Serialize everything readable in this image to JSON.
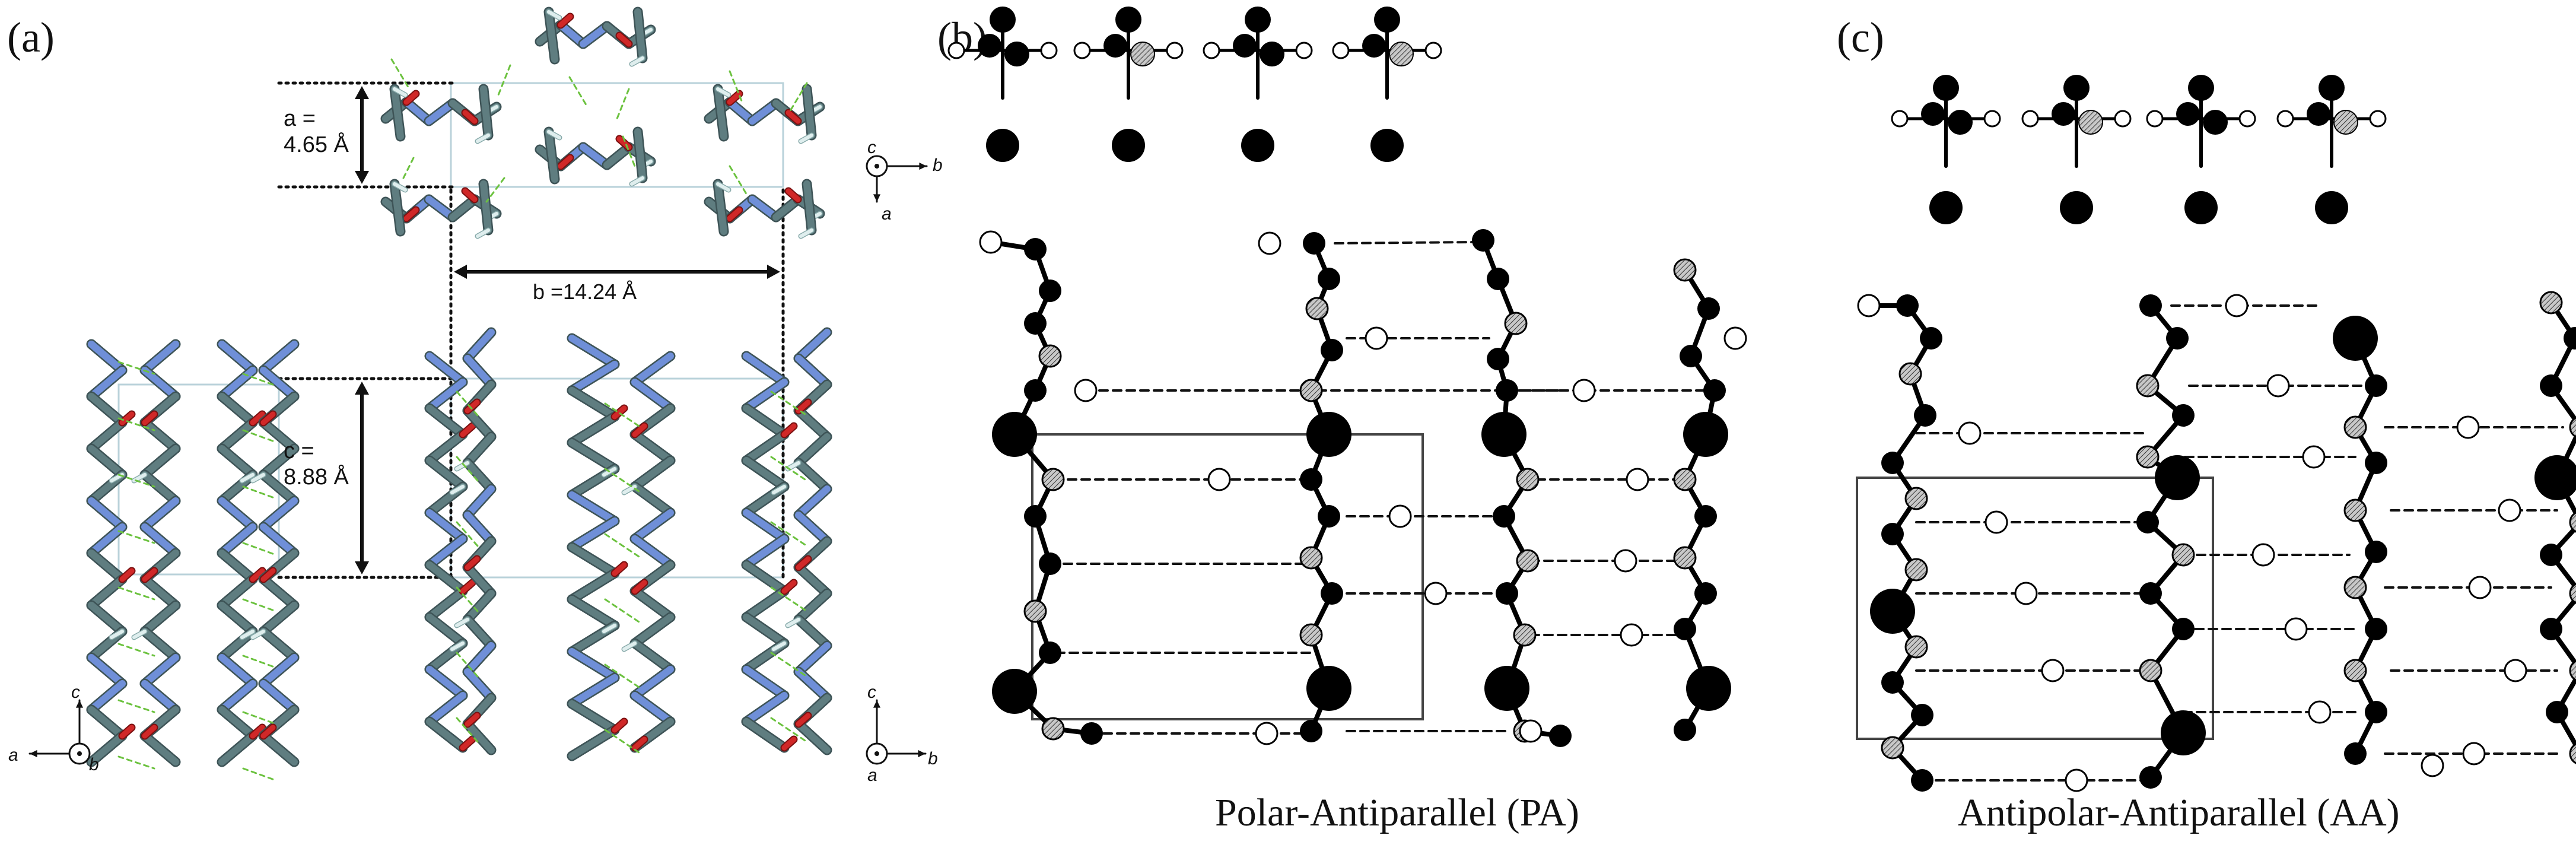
{
  "panels": {
    "a": {
      "label": "(a)"
    },
    "b": {
      "label": "(b)",
      "caption": "Polar-Antiparallel (PA)"
    },
    "c": {
      "label": "(c)",
      "caption": "Antipolar-Antiparallel (AA)"
    }
  },
  "dimensions": {
    "a_label": "a =",
    "a_value": "4.65 Å",
    "b_label": "b =14.24 Å",
    "c_label": "c =",
    "c_value": "8.88 Å"
  },
  "axes": {
    "top_right": {
      "center": "c",
      "right": "b",
      "down": "a"
    },
    "bottom_left": {
      "up": "c",
      "left": "a",
      "center": "b"
    },
    "bottom_right": {
      "up": "c",
      "right": "b",
      "center": "a"
    }
  },
  "colors": {
    "carbon": "#5f7d80",
    "nitrogen": "#6f8fd8",
    "oxygen": "#d02828",
    "hydrogen": "#dfeeee",
    "hbond": "#6cc23f",
    "cell": "#b9d2da",
    "atom_black": "#0a0a0a",
    "atom_hatched": "#9a9a9a"
  }
}
